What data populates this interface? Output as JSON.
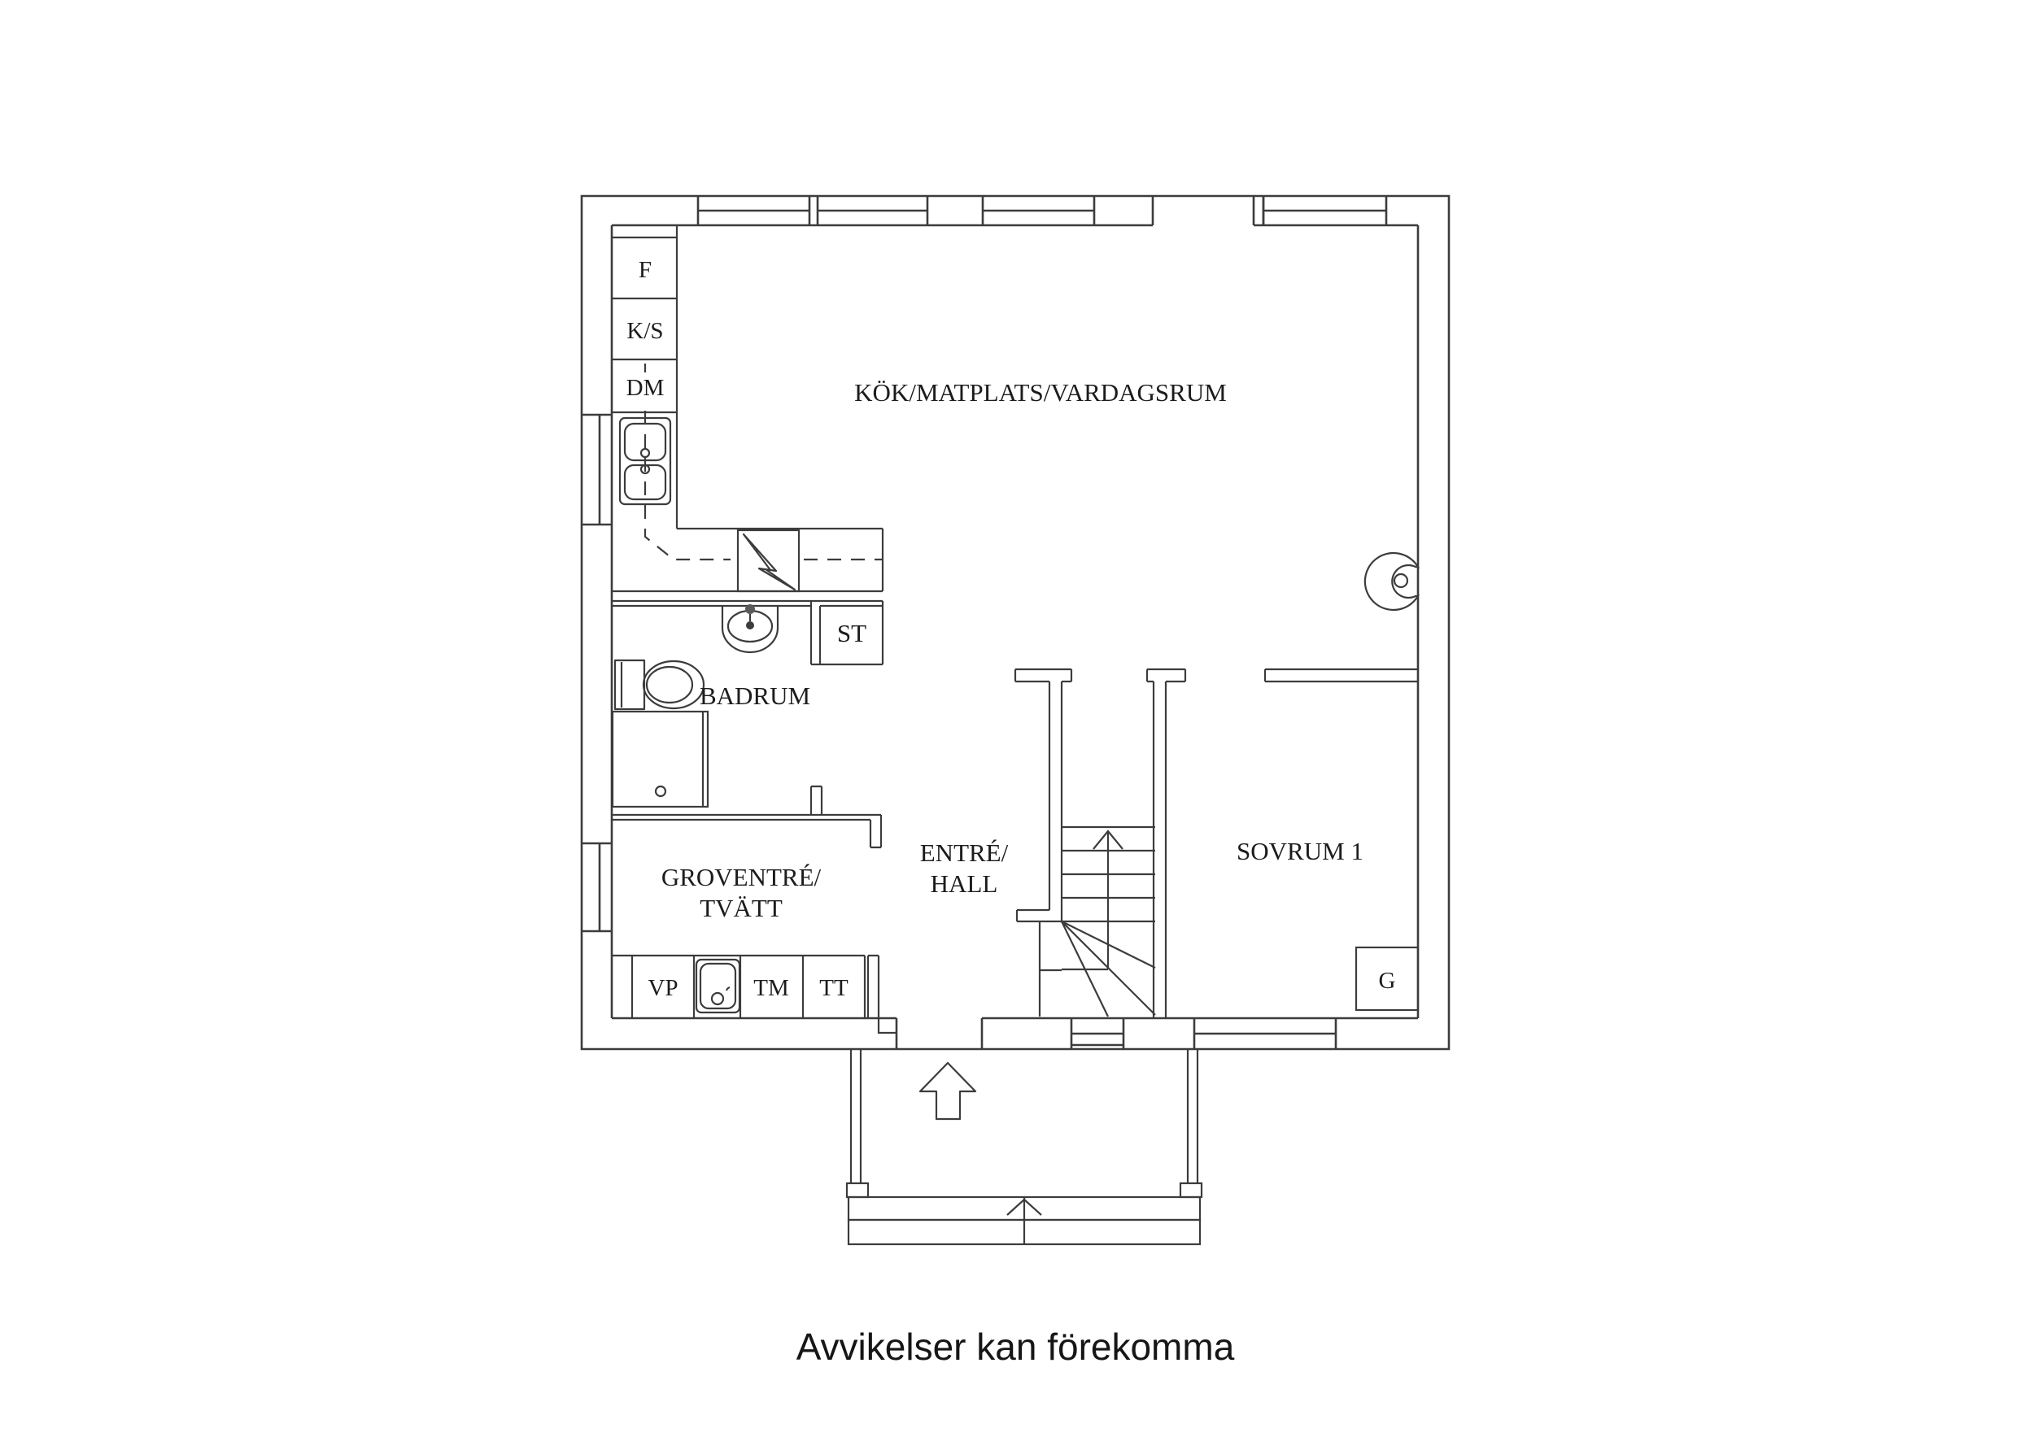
{
  "plan": {
    "type": "floor-plan",
    "colors": {
      "line": "#3c3c3c",
      "background": "#ffffff",
      "text": "#1c1c1c"
    }
  },
  "rooms": {
    "kitchen": {
      "label": "KÖK/MATPLATS/VARDAGSRUM"
    },
    "bathroom": {
      "label": "BADRUM"
    },
    "closet": {
      "label": "ST"
    },
    "utility": {
      "line1": "GROVENTRÉ/",
      "line2": "TVÄTT"
    },
    "hall": {
      "line1": "ENTRÉ/",
      "line2": "HALL"
    },
    "bedroom": {
      "label": "SOVRUM 1"
    }
  },
  "appliances": {
    "fridge": "F",
    "fridge_freezer": "K/S",
    "dishwasher": "DM",
    "heat_pump": "VP",
    "washing_machine": "TM",
    "dryer": "TT",
    "wardrobe": "G"
  },
  "footer": {
    "disclaimer": "Avvikelser kan förekomma"
  }
}
